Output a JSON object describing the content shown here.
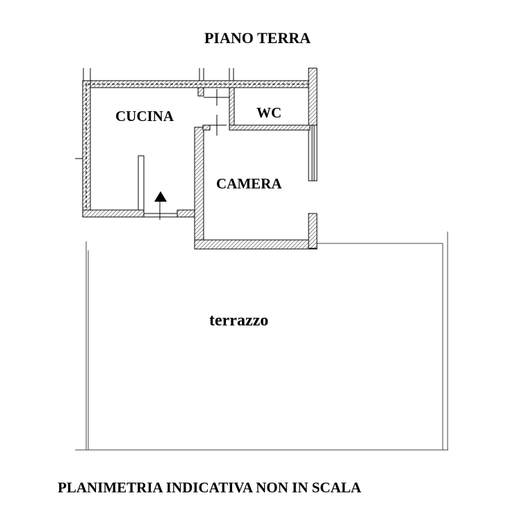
{
  "header": {
    "title": "PIANO TERRA"
  },
  "rooms": {
    "kitchen": "CUCINA",
    "wc": "WC",
    "bedroom": "CAMERA",
    "terrace": "terrazzo"
  },
  "footer": {
    "note": "PLANIMETRIA INDICATIVA NON IN SCALA"
  },
  "icons": {
    "entrance": "entrance-arrow-icon"
  }
}
